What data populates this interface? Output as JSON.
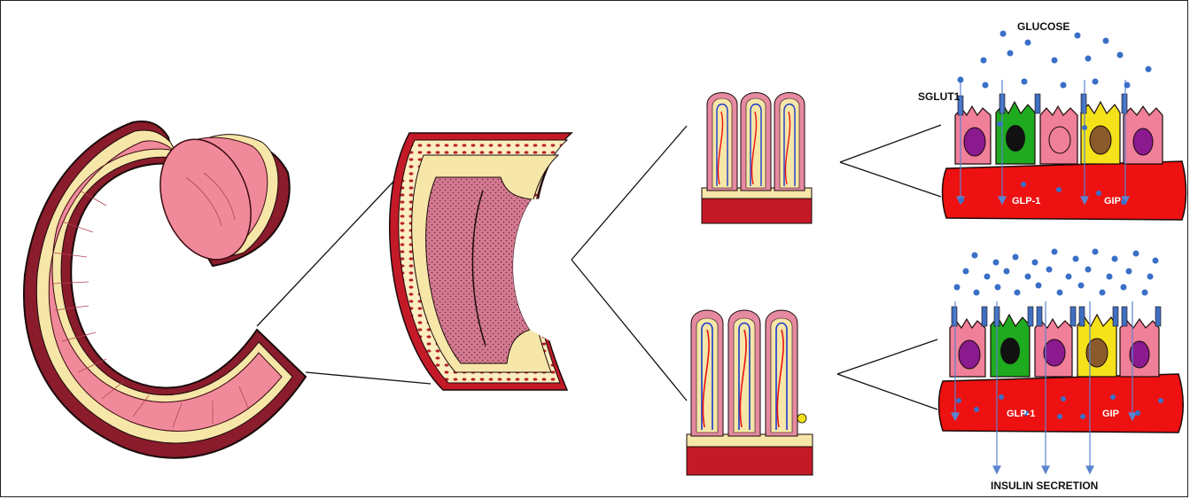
{
  "labels": {
    "glucose": "GLUCOSE",
    "sglut1": "SGLUT1",
    "glp1_top": "GLP-1",
    "gip_top": "GIP",
    "glp1_bottom": "GLP-1",
    "gip_bottom": "GIP",
    "insulin_secretion": "INSULIN SECRETION"
  },
  "colors": {
    "intestine_pink": "#f08a9a",
    "serosa_dark": "#8a1c2c",
    "submucosa_cream": "#f6e6a8",
    "muscle_red": "#c41a28",
    "vessel_red": "#ee1111",
    "cell_pink": "#f07f99",
    "cell_green": "#1faa1f",
    "cell_yellow": "#f5e21a",
    "nucleus_purple": "#8a1a8e",
    "nucleus_black": "#111111",
    "nucleus_brown": "#8a5a2a",
    "glucose_blue": "#3a6fc8",
    "transporter_blue": "#3f6fc0",
    "artery": "#dd1111",
    "vein": "#1a3acc"
  }
}
